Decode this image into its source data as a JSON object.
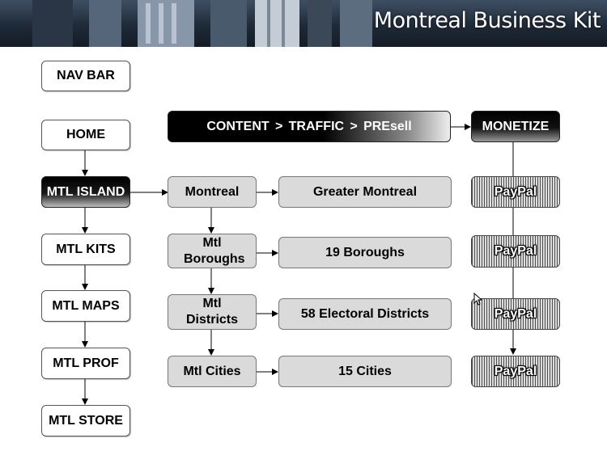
{
  "banner": {
    "title": "Montreal Business Kit"
  },
  "nav": {
    "nav_bar": "NAV BAR",
    "home": "HOME",
    "mtl_island": "MTL ISLAND",
    "mtl_kits": "MTL KITS",
    "mtl_maps": "MTL MAPS",
    "mtl_prof": "MTL PROF",
    "mtl_store": "MTL STORE"
  },
  "flow": {
    "content": "CONTENT",
    "traffic": "TRAFFIC",
    "presell": "PREsell",
    "separator": ">",
    "monetize": "MONETIZE"
  },
  "level1": [
    "Montreal",
    "Mtl Boroughs",
    "Mtl Districts",
    "Mtl Cities"
  ],
  "level2": [
    "Greater Montreal",
    "19 Boroughs",
    "58 Electoral Districts",
    "15 Cities"
  ],
  "paypal": [
    "PayPal",
    "PayPal",
    "PayPal",
    "PayPal"
  ]
}
